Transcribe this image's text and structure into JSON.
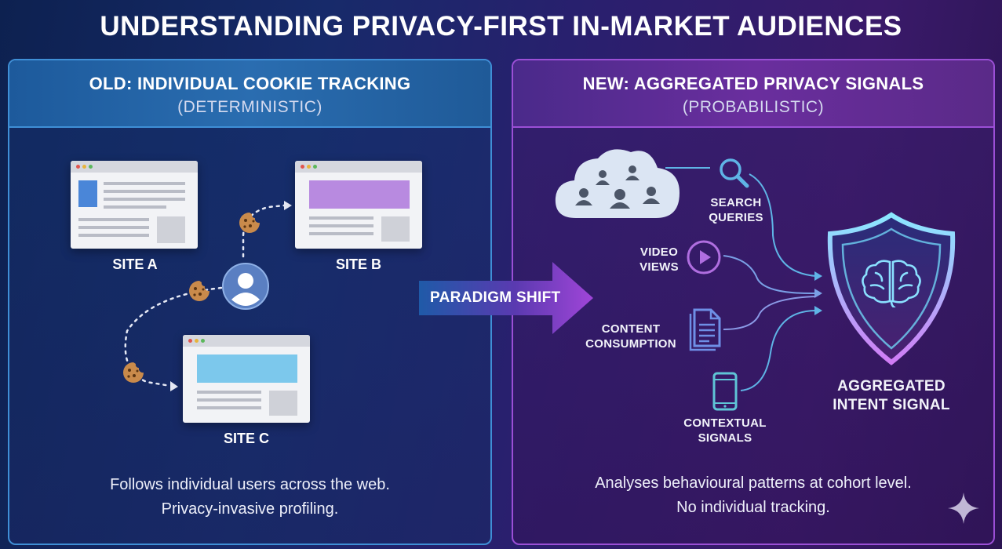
{
  "title": "UNDERSTANDING PRIVACY-FIRST IN-MARKET AUDIENCES",
  "old_panel": {
    "title": "OLD: INDIVIDUAL COOKIE TRACKING",
    "subtitle": "(DETERMINISTIC)",
    "sites": [
      {
        "label": "SITE A",
        "accent": "#4a86d8"
      },
      {
        "label": "SITE B",
        "accent": "#b88ae0"
      },
      {
        "label": "SITE C",
        "accent": "#7cc8ec"
      }
    ],
    "footer_line1": "Follows individual users across the web.",
    "footer_line2": "Privacy-invasive profiling."
  },
  "shift_label": "PARADIGM SHIFT",
  "new_panel": {
    "title": "NEW: AGGREGATED PRIVACY SIGNALS",
    "subtitle": "(PROBABILISTIC)",
    "signals": {
      "search_1": "SEARCH",
      "search_2": "QUERIES",
      "video_1": "VIDEO",
      "video_2": "VIEWS",
      "content_1": "CONTENT",
      "content_2": "CONSUMPTION",
      "contextual_1": "CONTEXTUAL",
      "contextual_2": "SIGNALS"
    },
    "result_1": "AGGREGATED",
    "result_2": "INTENT SIGNAL",
    "footer_line1": "Analyses behavioural patterns at cohort level.",
    "footer_line2": "No individual tracking."
  },
  "icons": [
    "cookie-icon",
    "user-icon",
    "cloud-icon",
    "search-icon",
    "play-icon",
    "document-icon",
    "phone-icon",
    "shield-icon",
    "brain-icon",
    "sparkle-icon"
  ],
  "colors": {
    "old_accent": "#3f8fd6",
    "new_accent": "#9b4fd6",
    "shield_glow": "#6fd3f5"
  }
}
